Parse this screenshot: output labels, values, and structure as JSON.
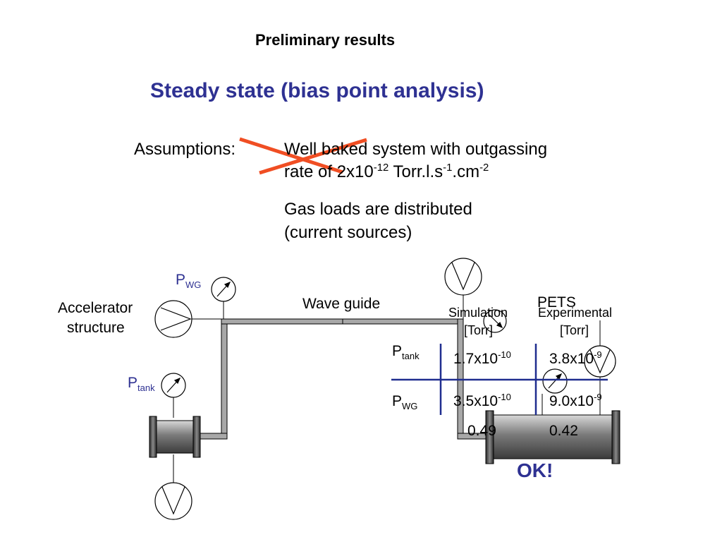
{
  "slide": {
    "title": "Preliminary results",
    "subtitle": "Steady state (bias point analysis)"
  },
  "assumptions": {
    "label": "Assumptions:",
    "crossed_line1": "Well baked system with outgassing",
    "crossed_line2_prefix": "rate of 2x10",
    "crossed_exp1": "-12",
    "crossed_line2_mid": " Torr.l.s",
    "crossed_exp2": "-1",
    "crossed_line2_mid2": ".cm",
    "crossed_exp3": "-2",
    "line3": "Gas loads are distributed",
    "line4": "(current sources)"
  },
  "diagram": {
    "accelerator_line1": "Accelerator",
    "accelerator_line2": "structure",
    "wave_guide": "Wave guide",
    "pets": "PETS",
    "pwg_main": "P",
    "pwg_sub": "WG",
    "ptank_main": "P",
    "ptank_sub": "tank"
  },
  "results": {
    "col_sim_line1": "Simulation",
    "col_sim_line2": "[Torr]",
    "col_exp_line1": "Experimental",
    "col_exp_line2": "[Torr]",
    "row1_label_main": "P",
    "row1_label_sub": "tank",
    "row1_sim_base": "1.7x10",
    "row1_sim_exp": "-10",
    "row1_exp_base": "3.8x10",
    "row1_exp_exp": "-9",
    "row2_label_main": "P",
    "row2_label_sub": "WG",
    "row2_sim_base": "3.5x10",
    "row2_sim_exp": "-10",
    "row2_exp_base": "9.0x10",
    "row2_exp_exp": "-9",
    "ratio_sim": "0.49",
    "ratio_exp": "0.42",
    "verdict": "OK!"
  },
  "colors": {
    "title_blue": "#2e3192",
    "cross_red": "#f04e23",
    "pipe_grey": "#a0a0a0"
  }
}
